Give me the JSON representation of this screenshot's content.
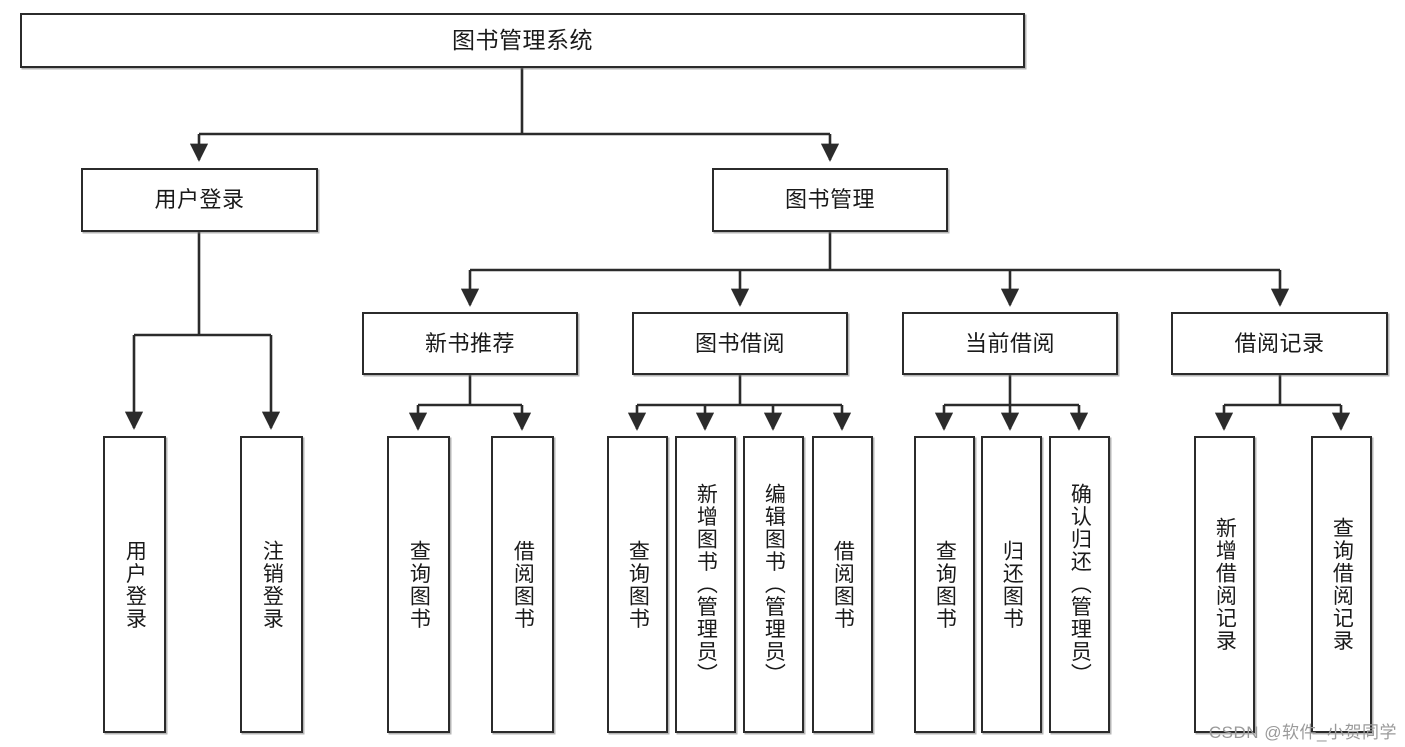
{
  "diagram": {
    "title": "图书管理系统",
    "type": "tree-hierarchy-diagram",
    "watermark": "CSDN @软件_小贺同学",
    "colors": {
      "box_border": "#2b2b2b",
      "box_fill": "#ffffff",
      "edge": "#2b2b2b",
      "text": "#1a1a1a",
      "watermark": "#9a9a9a"
    },
    "nodes": {
      "root": {
        "label": "图书管理系统"
      },
      "level2": [
        {
          "id": "user-login",
          "label": "用户登录"
        },
        {
          "id": "book-manage",
          "label": "图书管理"
        }
      ],
      "level3": [
        {
          "id": "new-book-recommend",
          "label": "新书推荐"
        },
        {
          "id": "book-borrow",
          "label": "图书借阅"
        },
        {
          "id": "current-borrow",
          "label": "当前借阅"
        },
        {
          "id": "borrow-record",
          "label": "借阅记录"
        }
      ],
      "leaves": {
        "user-login": [
          {
            "id": "leaf-user-login",
            "label": "用户登录"
          },
          {
            "id": "leaf-user-logout",
            "label": "注销登录"
          }
        ],
        "new-book-recommend": [
          {
            "id": "leaf-query-book-1",
            "label": "查询图书"
          },
          {
            "id": "leaf-borrow-book-1",
            "label": "借阅图书"
          }
        ],
        "book-borrow": [
          {
            "id": "leaf-query-book-2",
            "label": "查询图书"
          },
          {
            "id": "leaf-add-book",
            "label": "新增图书（管理员）"
          },
          {
            "id": "leaf-edit-book",
            "label": "编辑图书（管理员）"
          },
          {
            "id": "leaf-borrow-book-2",
            "label": "借阅图书"
          }
        ],
        "current-borrow": [
          {
            "id": "leaf-query-book-3",
            "label": "查询图书"
          },
          {
            "id": "leaf-return-book",
            "label": "归还图书"
          },
          {
            "id": "leaf-confirm-return",
            "label": "确认归还（管理员）"
          }
        ],
        "borrow-record": [
          {
            "id": "leaf-add-record",
            "label": "新增借阅记录"
          },
          {
            "id": "leaf-query-record",
            "label": "查询借阅记录"
          }
        ]
      }
    }
  }
}
